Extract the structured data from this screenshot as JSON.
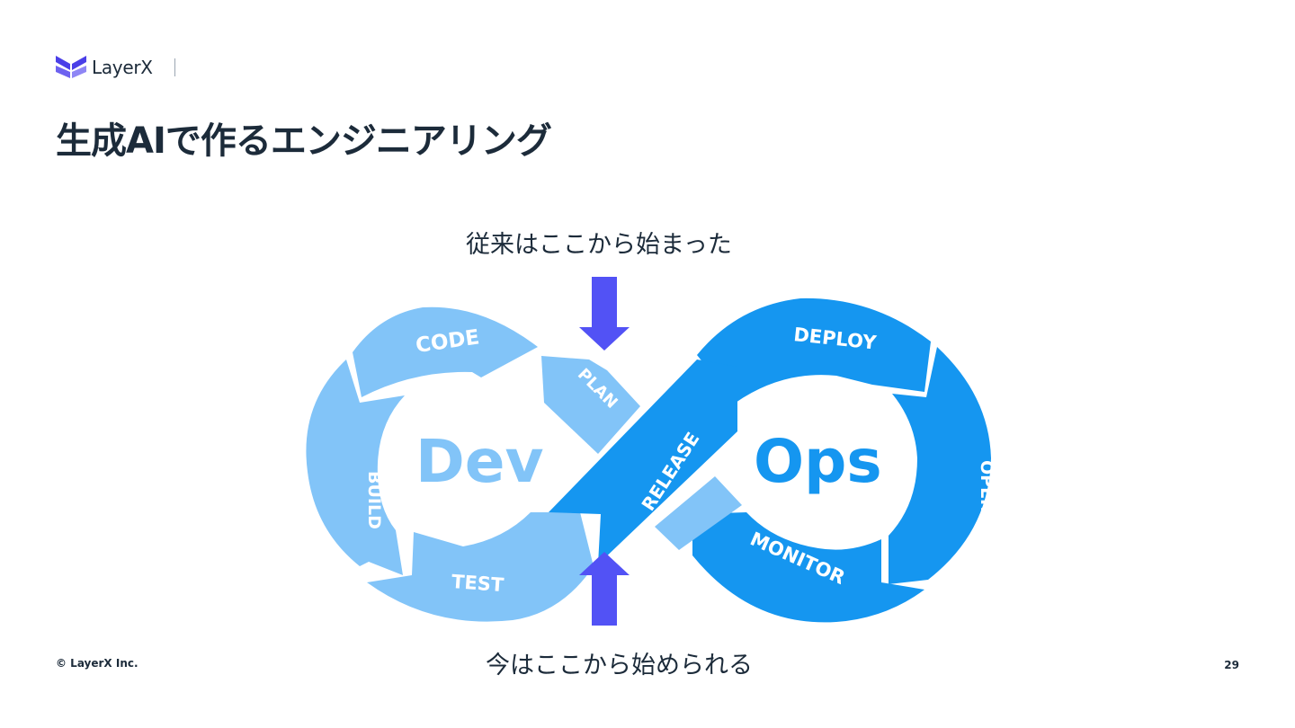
{
  "header": {
    "logo_text": "LayerX",
    "title": "生成AIで作るエンジニアリング"
  },
  "diagram": {
    "top_caption": "従来はここから始まった",
    "bottom_caption": "今はここから始められる",
    "dev_label": "Dev",
    "ops_label": "Ops",
    "segments": {
      "code": "CODE",
      "plan": "PLAN",
      "build": "BUILD",
      "test": "TEST",
      "release": "RELEASE",
      "deploy": "DEPLOY",
      "operate": "OPERATE",
      "monitor": "MONITOR"
    },
    "colors": {
      "dev": "#82c4f8",
      "ops": "#1596f0",
      "arrow": "#5252f5"
    }
  },
  "footer": {
    "copyright": "© LayerX Inc.",
    "page_number": "29"
  }
}
